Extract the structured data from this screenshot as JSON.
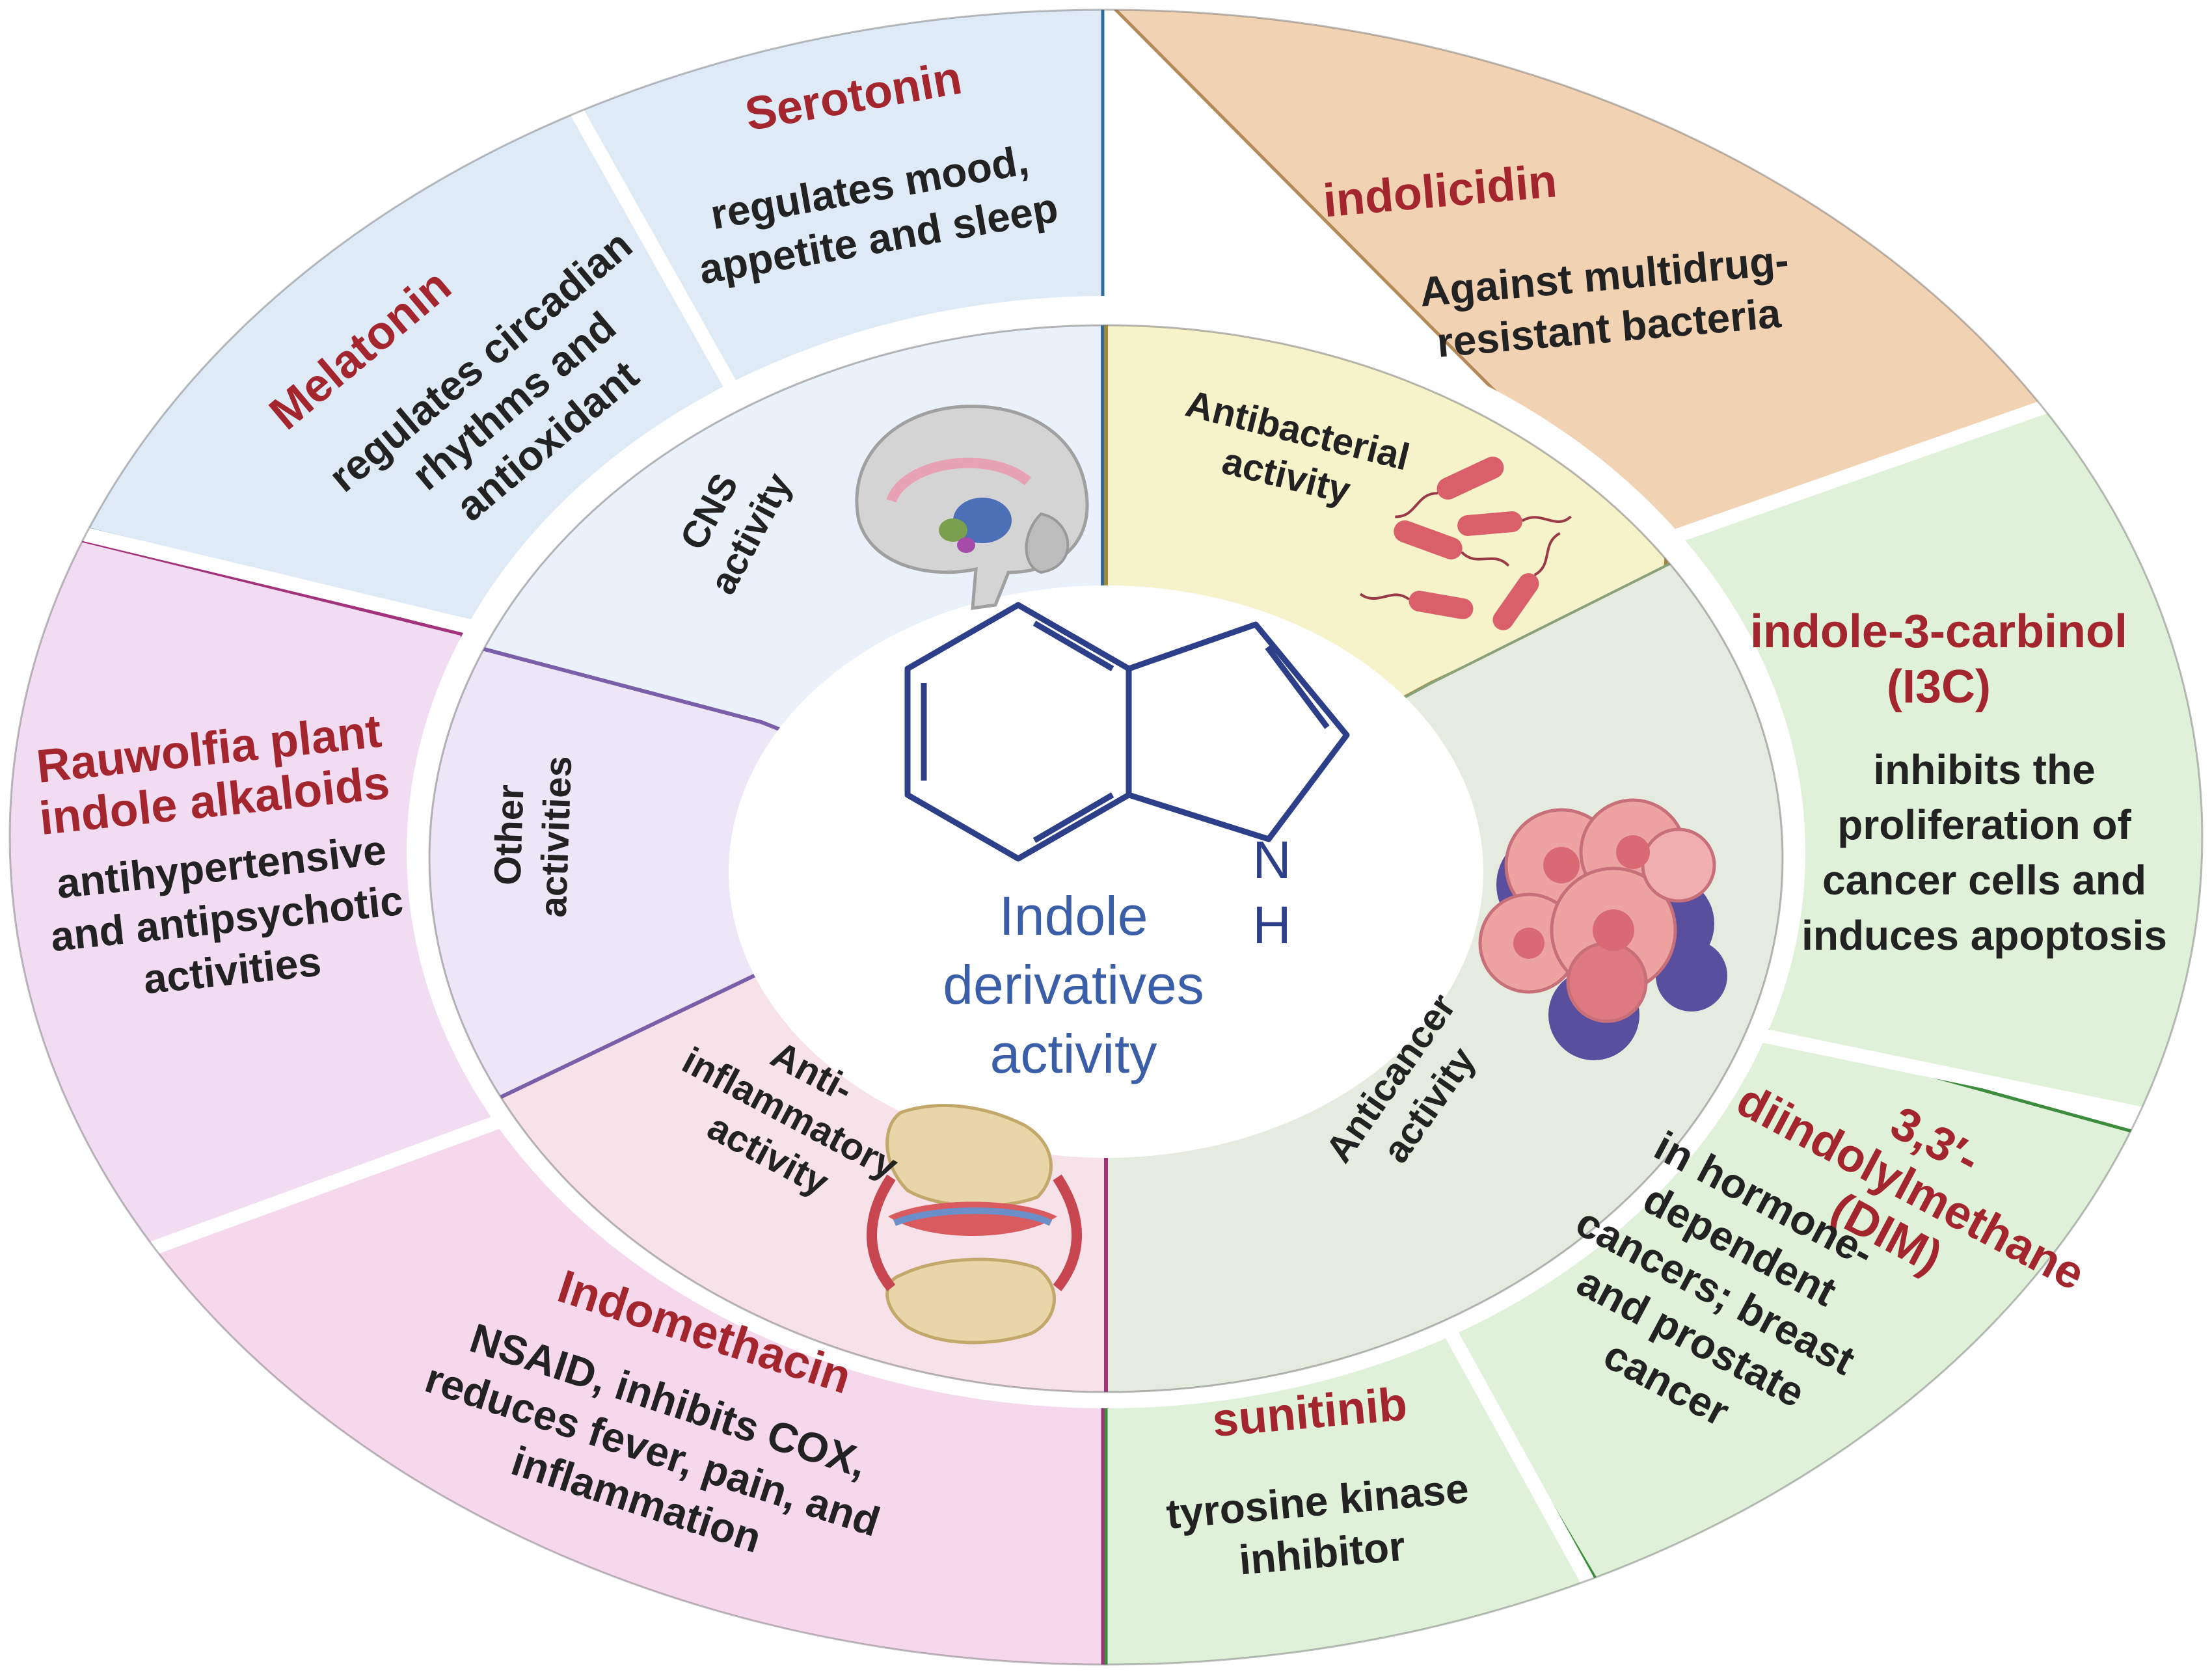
{
  "colors": {
    "drug_title": "#a3262e",
    "center_text": "#3a5ea7",
    "indole_structure": "#2c3f88",
    "cns": "#dfeaf7",
    "cns_inner": "#eaf1fb",
    "antibacterial_outer": "#f1d3b4",
    "antibacterial_inner": "#f6f2ca",
    "anticancer_outer": "#e0f1d9",
    "anticancer_inner": "#e5ecdf",
    "other_inner": "#ede6f7",
    "rauwolfia_outer": "#f1dcf2",
    "antiinflammatory_inner": "#f8e2ea",
    "indomethacin_outer": "#f5d8ec"
  },
  "center": {
    "lines": [
      "Indole",
      "derivatives",
      "activity"
    ],
    "structure_label": [
      "N",
      "H"
    ]
  },
  "categories": [
    {
      "id": "cns",
      "lines": [
        "CNS",
        "activity"
      ],
      "icon": "brain-icon"
    },
    {
      "id": "antibacterial",
      "lines": [
        "Antibacterial",
        "activity"
      ],
      "icon": "bacteria-icon"
    },
    {
      "id": "anticancer",
      "lines": [
        "Anticancer",
        "activity"
      ],
      "icon": "cancer-cells-icon"
    },
    {
      "id": "antiinflammatory",
      "lines": [
        "Anti-",
        "inflammatory",
        "activity"
      ],
      "icon": "joint-icon"
    },
    {
      "id": "other",
      "lines": [
        "Other",
        "activities"
      ]
    }
  ],
  "compounds": [
    {
      "id": "serotonin",
      "title": [
        "Serotonin"
      ],
      "desc": [
        "regulates mood,",
        "appetite and sleep"
      ]
    },
    {
      "id": "melatonin",
      "title": [
        "Melatonin"
      ],
      "desc": [
        "regulates circadian",
        "rhythms and",
        "antioxidant"
      ]
    },
    {
      "id": "indolicidin",
      "title": [
        "indolicidin"
      ],
      "desc": [
        "Against multidrug-",
        "resistant bacteria"
      ]
    },
    {
      "id": "i3c",
      "title": [
        "indole-3-carbinol",
        "(I3C)"
      ],
      "desc": [
        "inhibits the",
        "proliferation of",
        "cancer cells and",
        "induces apoptosis"
      ]
    },
    {
      "id": "dim",
      "title": [
        "3,3′-",
        "diindolylmethane",
        "(DIM)"
      ],
      "desc": [
        "in hormone-",
        "dependent",
        "cancers; breast",
        "and prostate",
        "cancer"
      ]
    },
    {
      "id": "sunitinib",
      "title": [
        "sunitinib"
      ],
      "desc": [
        "tyrosine kinase",
        "inhibitor"
      ]
    },
    {
      "id": "indomethacin",
      "title": [
        "Indomethacin"
      ],
      "desc": [
        "NSAID, inhibits COX,",
        "reduces fever, pain, and",
        "inflammation"
      ]
    },
    {
      "id": "rauwolfia",
      "title": [
        "Rauwolfia plant",
        "indole alkaloids"
      ],
      "desc": [
        "antihypertensive",
        "and antipsychotic",
        "activities"
      ]
    }
  ]
}
